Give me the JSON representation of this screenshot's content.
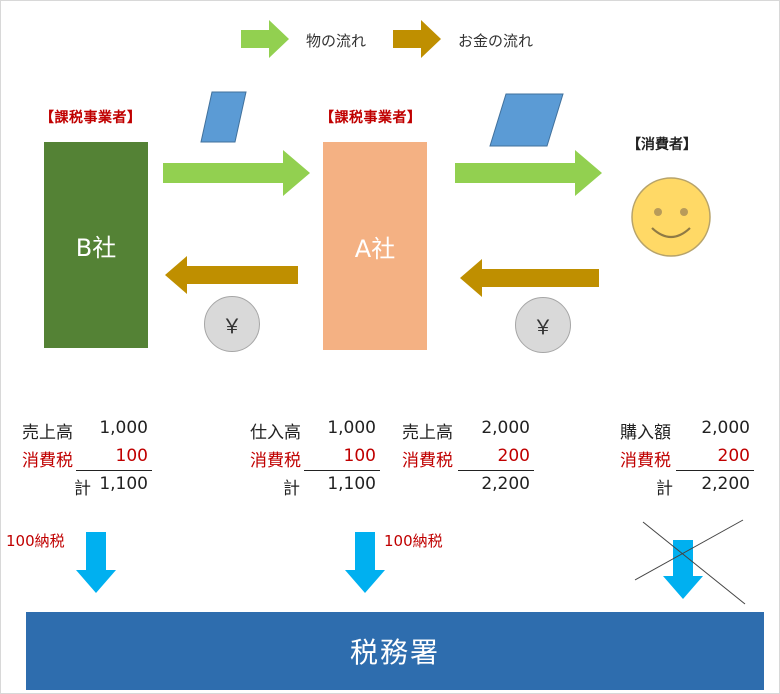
{
  "legend": {
    "goods_flow": "物の流れ",
    "money_flow": "お金の流れ",
    "goods_color": "#92d050",
    "money_color": "#bf8f00"
  },
  "entities": {
    "b_company": {
      "role": "【課税事業者】",
      "name": "B社",
      "color": "#548235"
    },
    "a_company": {
      "role": "【課税事業者】",
      "name": "A社",
      "color": "#f4b183"
    },
    "consumer": {
      "role": "【消費者】",
      "icon": "smiley-face-icon",
      "color": "#ffd966"
    }
  },
  "currency_symbol": "￥",
  "ledgers": {
    "b_sales": {
      "rows": [
        {
          "label": "売上高",
          "value": "1,000"
        },
        {
          "label": "消費税",
          "value": "100",
          "highlight": true
        },
        {
          "label": "計",
          "value": "1,100"
        }
      ]
    },
    "a_purchase": {
      "rows": [
        {
          "label": "仕入高",
          "value": "1,000"
        },
        {
          "label": "消費税",
          "value": "100",
          "highlight": true
        },
        {
          "label": "計",
          "value": "1,100"
        }
      ]
    },
    "a_sales": {
      "rows": [
        {
          "label": "売上高",
          "value": "2,000"
        },
        {
          "label": "消費税",
          "value": "200",
          "highlight": true
        },
        {
          "label": "",
          "value": "2,200"
        }
      ]
    },
    "consumer_purchase": {
      "rows": [
        {
          "label": "購入額",
          "value": "2,000"
        },
        {
          "label": "消費税",
          "value": "200",
          "highlight": true
        },
        {
          "label": "計",
          "value": "2,200"
        }
      ]
    }
  },
  "payments": {
    "b_company": "100納税",
    "a_company": "100納税"
  },
  "tax_office": {
    "name": "税務署",
    "color": "#2e6dae"
  },
  "colors": {
    "tax_arrow": "#00b0f0",
    "document": "#5b9bd5",
    "tax_highlight": "#c00000"
  }
}
